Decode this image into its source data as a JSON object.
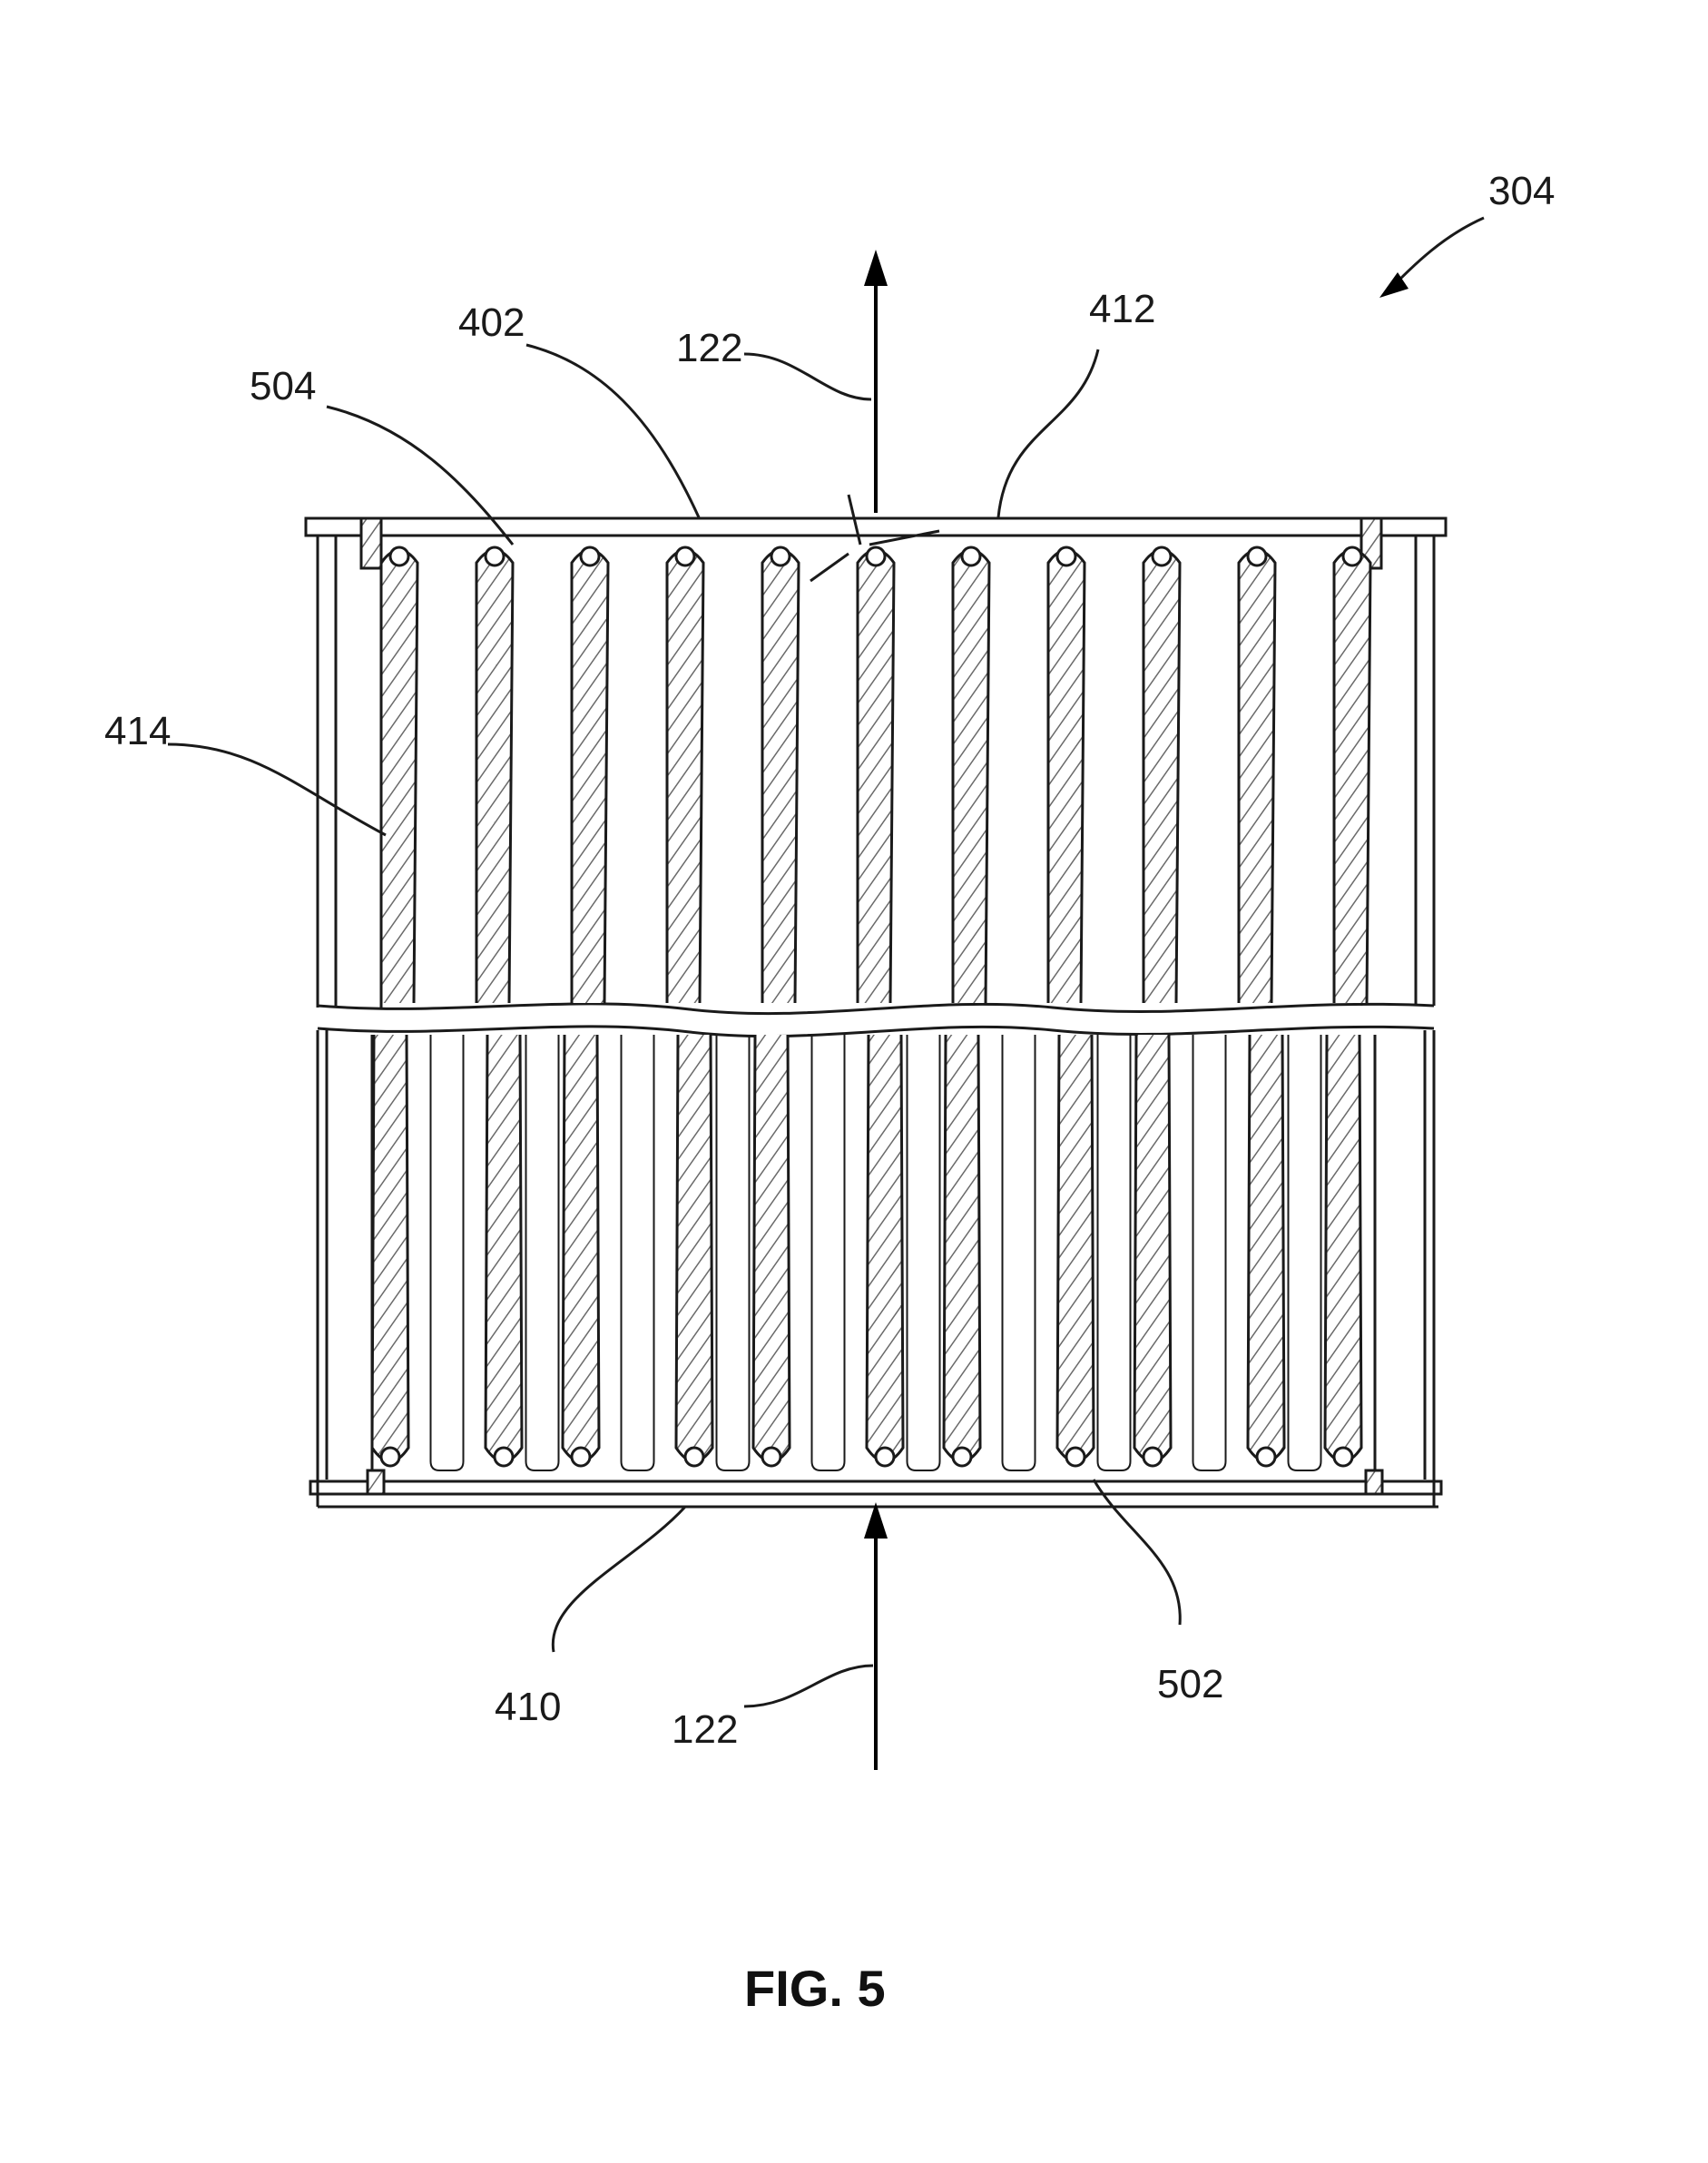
{
  "figure": {
    "caption": "FIG. 5",
    "assembly_ref": "304",
    "labels": {
      "outlet_flow": "122",
      "inlet_flow": "122",
      "top_edge": "402",
      "top_plate": "412",
      "top_fold": "504",
      "side_wall": "414",
      "bottom_plate": "410",
      "bottom_fold": "502"
    },
    "pleat_count": 11,
    "colors": {
      "line": "#1a1a1a",
      "pleat_stroke": "#555555"
    }
  }
}
